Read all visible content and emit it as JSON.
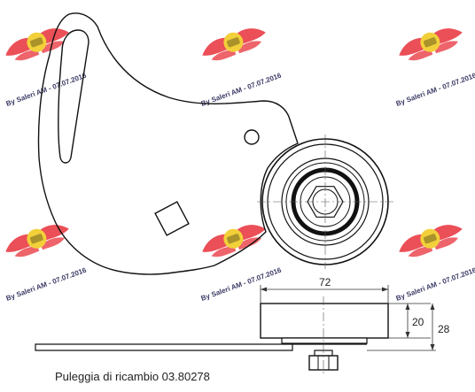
{
  "drawing": {
    "dimension_width": "72",
    "dimension_height_inner": "20",
    "dimension_height_total": "28"
  },
  "watermark": {
    "text": "By Saleri AM - 07.07.2016",
    "logo_color": "#e8303a",
    "badge_color": "#f2d03a"
  },
  "caption": "Puleggia di ricambio 03.80278",
  "colors": {
    "line": "#111111",
    "dimension": "#333333"
  }
}
